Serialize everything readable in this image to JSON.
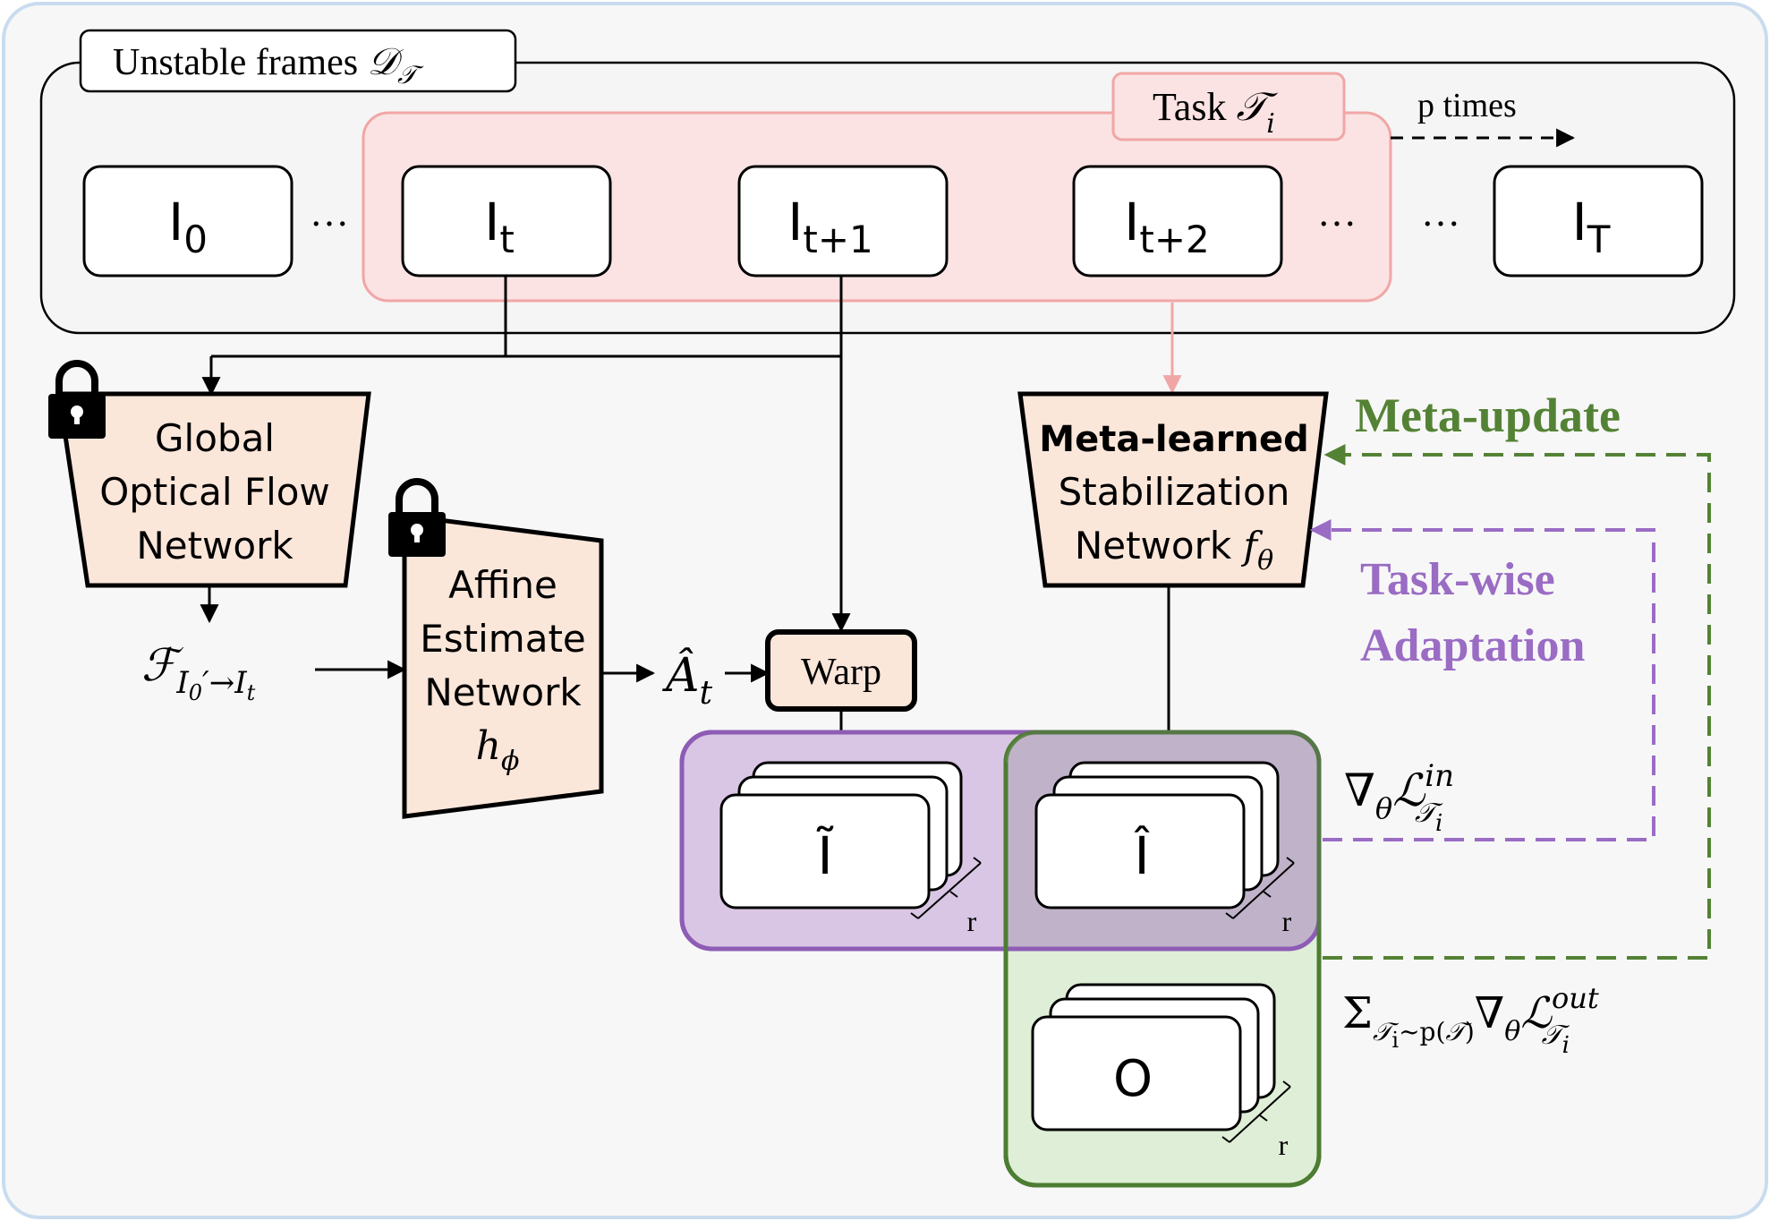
{
  "colors": {
    "background": "#f7f7f7",
    "outer_border": "#c9dcef",
    "task_fill": "#fbe3e3",
    "task_stroke": "#f1a6a6",
    "network_fill": "#fbe6da",
    "purple_fill": "#d9c6e4",
    "purple_stroke": "#8e5cb5",
    "green_fill": "#dfeed6",
    "green_stroke": "#4c7d32",
    "overlap_fill": "#c0b3c9",
    "meta_update_text": "#548235",
    "task_wise_text": "#9a6cc4"
  },
  "dataset": {
    "label": "Unstable frames ",
    "symbol": "𝒟",
    "symbol_sub": "𝒯"
  },
  "task": {
    "label": "Task ",
    "symbol": "𝒯",
    "symbol_sub": "i",
    "repeat_label": "p times"
  },
  "frames": [
    {
      "base": "I",
      "sub": "0"
    },
    {
      "base": "I",
      "sub": "t"
    },
    {
      "base": "I",
      "sub": "t+1"
    },
    {
      "base": "I",
      "sub": "t+2"
    },
    {
      "base": "I",
      "sub": "T"
    }
  ],
  "ellipsis": "…",
  "networks": {
    "optical_flow": {
      "lines": [
        "Global",
        "Optical Flow",
        "Network"
      ],
      "icon": "lock-icon"
    },
    "affine": {
      "lines": [
        "Affine",
        "Estimate",
        "Network"
      ],
      "param": "h",
      "param_sub": "ϕ",
      "icon": "lock-icon"
    },
    "stabilization": {
      "bold_line": "Meta-learned",
      "lines": [
        "Stabilization",
        "Network "
      ],
      "param": "f",
      "param_sub": "θ"
    }
  },
  "flow_symbol": {
    "base": "ℱ",
    "sub": "I",
    "sub_sub": "0",
    "rest": "′→I",
    "rest_sub": "t"
  },
  "affine_output": {
    "base": "Â",
    "sub": "t"
  },
  "warp_label": "Warp",
  "stacks": {
    "warped": {
      "label": "Ĩ",
      "count_label": "r"
    },
    "stabilized": {
      "label": "Î",
      "count_label": "r"
    },
    "output": {
      "label": "O",
      "count_label": "r"
    }
  },
  "meta_update_label": "Meta-update",
  "task_wise_label": [
    "Task-wise",
    "Adaptation"
  ],
  "inner_loss": {
    "nabla": "∇",
    "nabla_sub": "θ",
    "L": "ℒ",
    "sup": "in",
    "sub": "𝒯",
    "sub_sub": "i"
  },
  "outer_loss": {
    "sum": "Σ",
    "sum_sub_a": "𝒯",
    "sum_sub_i": "i",
    "sum_sub_b": "~p(",
    "sum_sub_c": "𝒯",
    "sum_sub_d": ")",
    "nabla": "∇",
    "nabla_sub": "θ",
    "L": "ℒ",
    "sup": "out",
    "sub": "𝒯",
    "sub_sub": "i"
  }
}
